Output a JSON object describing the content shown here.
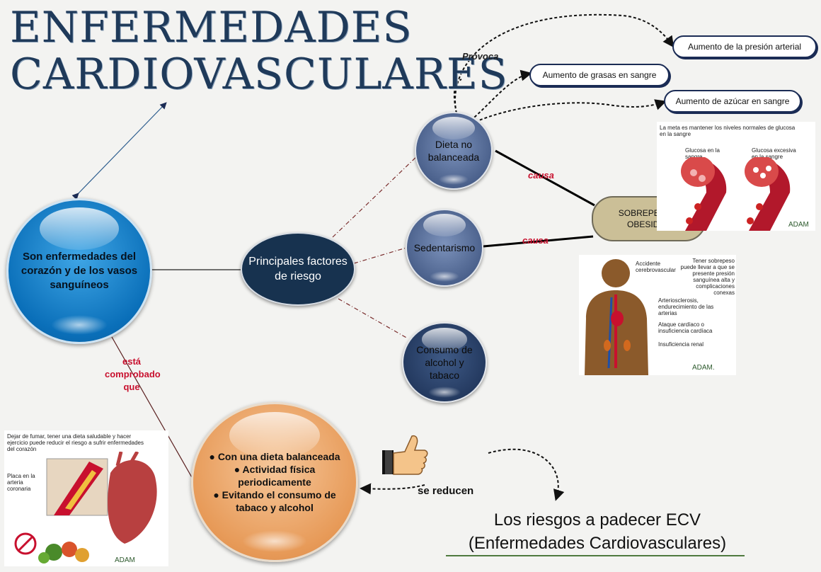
{
  "title": {
    "line1": "ENFERMEDADES",
    "line2": "CARDIOVASCULARES"
  },
  "nodes": {
    "main": "Son enfermedades del corazón y de los vasos sanguíneos",
    "factors": "Principales factores de riesgo",
    "dieta": "Dieta no balanceada",
    "sedentarismo": "Sedentarismo",
    "consumo": "Consumo de alcohol y tabaco",
    "obesidad": "SOBREPESO Y OBESIDAD",
    "reduce_items": [
      "● Con una dieta balanceada",
      "● Actividad física periodicamente",
      "● Evitando el consumo de tabaco y alcohol"
    ]
  },
  "effects": {
    "presion": "Aumento de la presión arterial",
    "grasas": "Aumento de grasas en sangre",
    "azucar": "Aumento de azúcar en sangre"
  },
  "labels": {
    "provoca": "Provoca",
    "causa1": "causa",
    "causa2": "causa",
    "comprobado": "está comprobado que",
    "se_reducen": "se reducen"
  },
  "bottom": {
    "line1": "Los riesgos a padecer ECV",
    "line2": "(Enfermedades Cardiovasculares)"
  },
  "images": {
    "glucose": {
      "caption": "La meta es mantener los niveles normales de glucosa en la sangre",
      "left": "Glucosa en la sangre",
      "right": "Glucosa excesiva en la sangre",
      "brand": "ADAM"
    },
    "body": {
      "l1": "Accidente cerebrovascular",
      "l2": "Tener sobrepeso puede llevar a que se presente presión sanguínea alta y complicaciones conexas",
      "l3": "Arteriosclerosis, endurecimiento de las arterias",
      "l4": "Ataque cardíaco o insuficiencia cardíaca",
      "l5": "Insuficiencia renal",
      "brand": "ADAM."
    },
    "heart": {
      "caption": "Dejar de fumar, tener una dieta saludable y hacer ejercicio puede reducir el riesgo a sufrir enfermedades del corazón",
      "label": "Placa en la arteria coronaria",
      "brand": "ADAM"
    }
  },
  "colors": {
    "accent_red": "#c8102e",
    "navy": "#17324f",
    "blue": "#0a6fb9",
    "orange": "#e79a58"
  }
}
